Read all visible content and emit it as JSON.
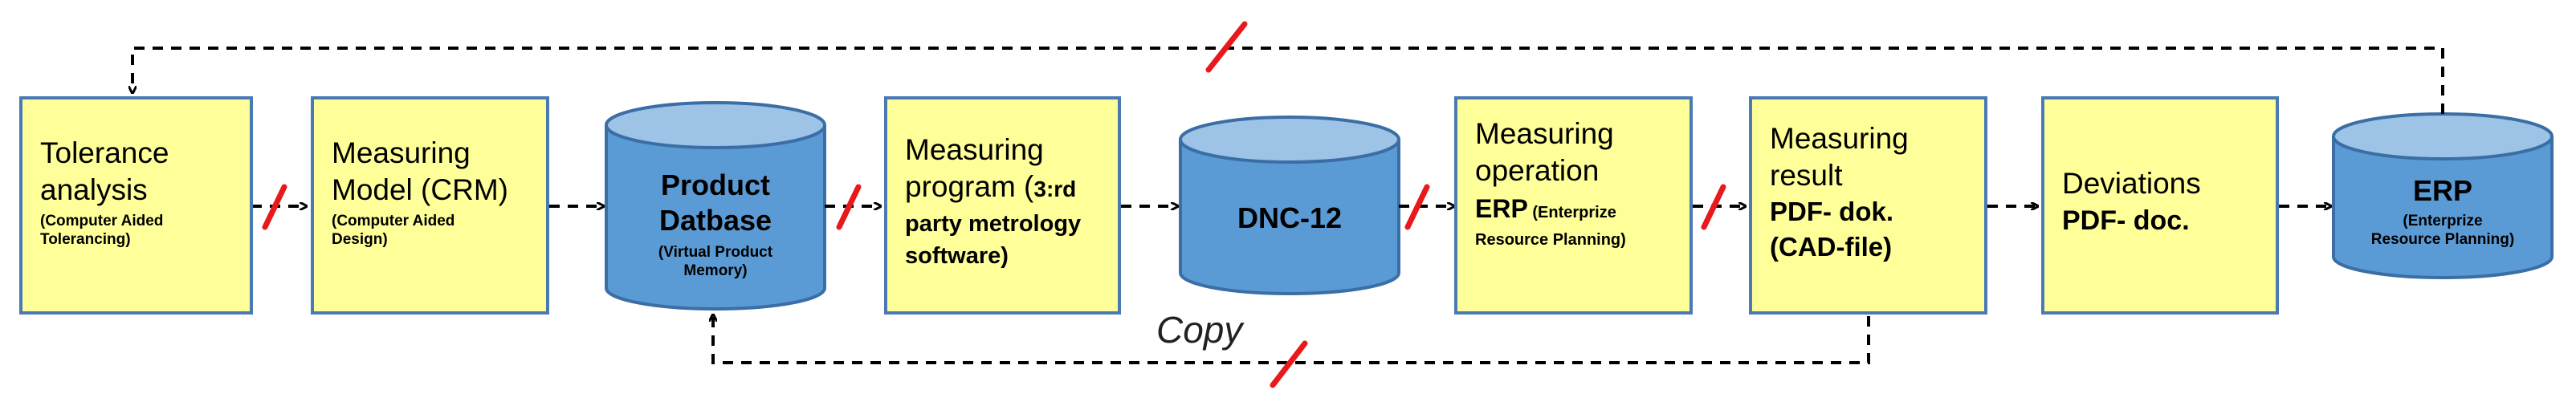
{
  "diagram": {
    "nodes": {
      "tolerance": {
        "line1": "Tolerance",
        "line2": "analysis",
        "sub1": "(Computer Aided",
        "sub2": "Tolerancing)"
      },
      "model": {
        "line1": "Measuring",
        "line2": "Model (CRM)",
        "sub1": "(Computer Aided",
        "sub2": "Design)"
      },
      "productdb": {
        "title1": "Product",
        "title2": "Datbase",
        "sub1": "(Virtual Product",
        "sub2": "Memory)"
      },
      "program": {
        "line1": "Measuring",
        "line2a": "program (",
        "line2b": "3:rd",
        "line3": "party metrology",
        "line4": "software)"
      },
      "dnc": {
        "title": "DNC-12"
      },
      "operation": {
        "line1": "Measuring",
        "line2": "operation",
        "line3a": "ERP",
        "line3b": " (Enterprize",
        "line4": "Resource Planning)"
      },
      "result": {
        "line1": "Measuring",
        "line2": "result",
        "line3": "PDF- dok.",
        "line4": "(CAD-file)"
      },
      "deviations": {
        "line1": "Deviations",
        "line2": "PDF- doc."
      },
      "erp": {
        "title": "ERP",
        "sub1": "(Enterprize",
        "sub2": "Resource Planning)"
      }
    },
    "edge_labels": {
      "copy": "Copy"
    }
  },
  "colors": {
    "box_fill": "#ffff99",
    "box_border": "#4a7ab5",
    "cylinder_fill": "#5b9bd5",
    "cylinder_top": "#9dc3e6",
    "cylinder_border": "#3a6ea5",
    "arrow": "#000000",
    "break_mark": "#e8191b"
  }
}
